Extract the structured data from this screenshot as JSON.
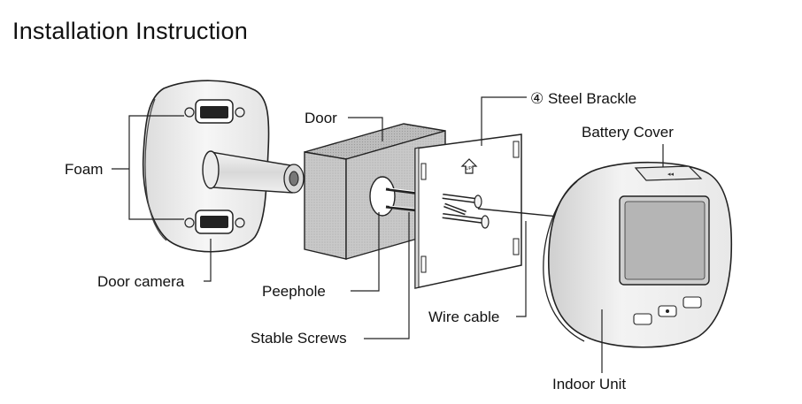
{
  "title": "Installation Instruction",
  "labels": {
    "foam": "Foam",
    "door_camera": "Door camera",
    "door": "Door",
    "peephole": "Peephole",
    "stable_screws": "Stable Screws",
    "wire_cable": "Wire cable",
    "steel_brackle": "④ Steel Brackle",
    "battery_cover": "Battery Cover",
    "indoor_unit": "Indoor Unit"
  },
  "bracket_mark": "UP"
}
